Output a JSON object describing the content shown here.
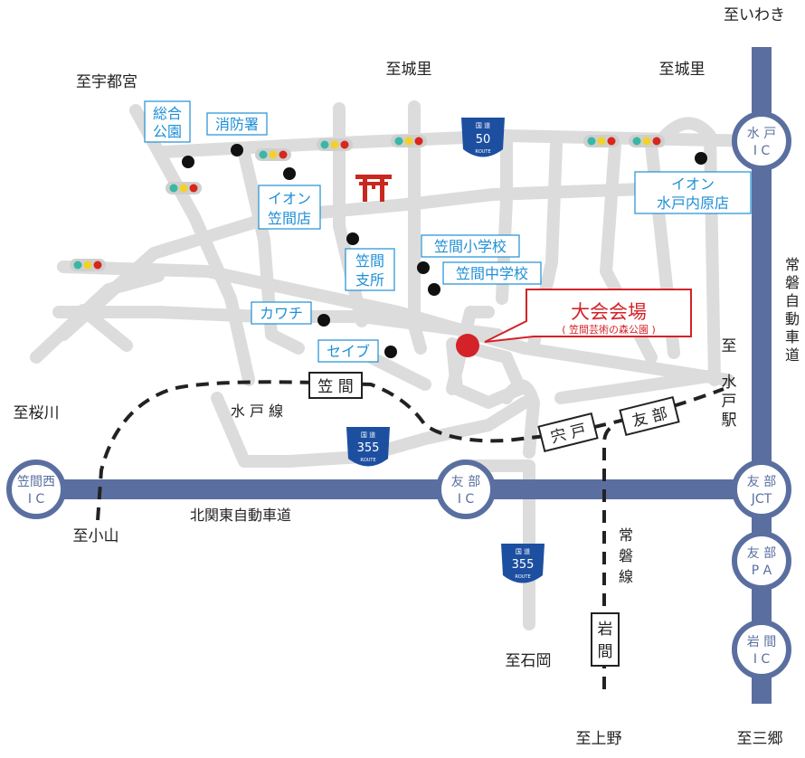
{
  "colors": {
    "road": "#dcdcdc",
    "expressway": "#5a6fa0",
    "ic_ring": "#5a6fa0",
    "ic_fill": "#ffffff",
    "ic_text": "#5a6fa0",
    "label_blue": "#1f8fd6",
    "venue_red": "#d32228",
    "rail": "#222222",
    "route_shield": "#1d4fa0",
    "torii": "#c8281e"
  },
  "directions": {
    "iwaki": "至いわき",
    "utsunomiya": "至宇都宮",
    "shirosato_center": "至城里",
    "shirosato_right": "至城里",
    "sakuragawa": "至桜川",
    "oyama": "至小山",
    "ishioka": "至石岡",
    "ueno": "至上野",
    "misato": "至三郷",
    "mito_station_to": "至",
    "mito_station_line1": "水",
    "mito_station_line2": "戸",
    "mito_station_line3": "駅"
  },
  "expressways": {
    "joban_l1": "常",
    "joban_l2": "磐",
    "joban_l3": "自",
    "joban_l4": "動",
    "joban_l5": "車",
    "joban_l6": "道",
    "kitakanto": "北関東自動車道"
  },
  "interchanges": {
    "mito_ic_l1": "水 戸",
    "mito_ic_l2": "I C",
    "kasamanishi_ic_l1": "笠間西",
    "kasamanishi_ic_l2": "I C",
    "tomobe_ic_l1": "友 部",
    "tomobe_ic_l2": "I C",
    "tomobe_jct_l1": "友 部",
    "tomobe_jct_l2": "JCT",
    "tomobe_pa_l1": "友 部",
    "tomobe_pa_l2": "P A",
    "iwama_ic_l1": "岩 間",
    "iwama_ic_l2": "I C"
  },
  "rail": {
    "mito_line": "水 戸 線",
    "joban_line_l1": "常",
    "joban_line_l2": "磐",
    "joban_line_l3": "線",
    "kasama_station": "笠 間",
    "shishido_station": "宍 戸",
    "tomobe_station": "友 部",
    "iwama_station_l1": "岩",
    "iwama_station_l2": "間"
  },
  "landmarks": {
    "sogo_koen_l1": "総合",
    "sogo_koen_l2": "公園",
    "shobosho": "消防署",
    "aeon_kasama_l1": "イオン",
    "aeon_kasama_l2": "笠間店",
    "kasama_shisho_l1": "笠間",
    "kasama_shisho_l2": "支所",
    "kasama_elem": "笠間小学校",
    "kasama_jhs": "笠間中学校",
    "kawachi": "カワチ",
    "seven": "セイブ",
    "aeon_mito_l1": "イオン",
    "aeon_mito_l2": "水戸内原店"
  },
  "venue": {
    "title": "大会会場",
    "subtitle": "( 笠間芸術の森公園 )"
  },
  "routes": {
    "r50_kind": "国 道",
    "r50_num": "50",
    "r50_word": "ROUTE",
    "r355a_kind": "国 道",
    "r355a_num": "355",
    "r355a_word": "ROUTE",
    "r355b_kind": "国 道",
    "r355b_num": "355",
    "r355b_word": "ROUTE"
  }
}
